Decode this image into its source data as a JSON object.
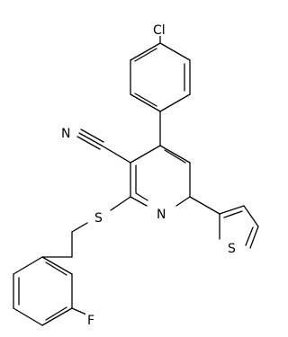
{
  "atoms": {
    "chlorine": "Cl",
    "nitrile_nitrogen": "N",
    "ring_nitrogen": "N",
    "ring_sulfur": "S",
    "thioether_sulfur": "S",
    "fluorine": "F"
  },
  "colors": {
    "bond": "#000000",
    "label": "#000000",
    "background": "#ffffff"
  }
}
